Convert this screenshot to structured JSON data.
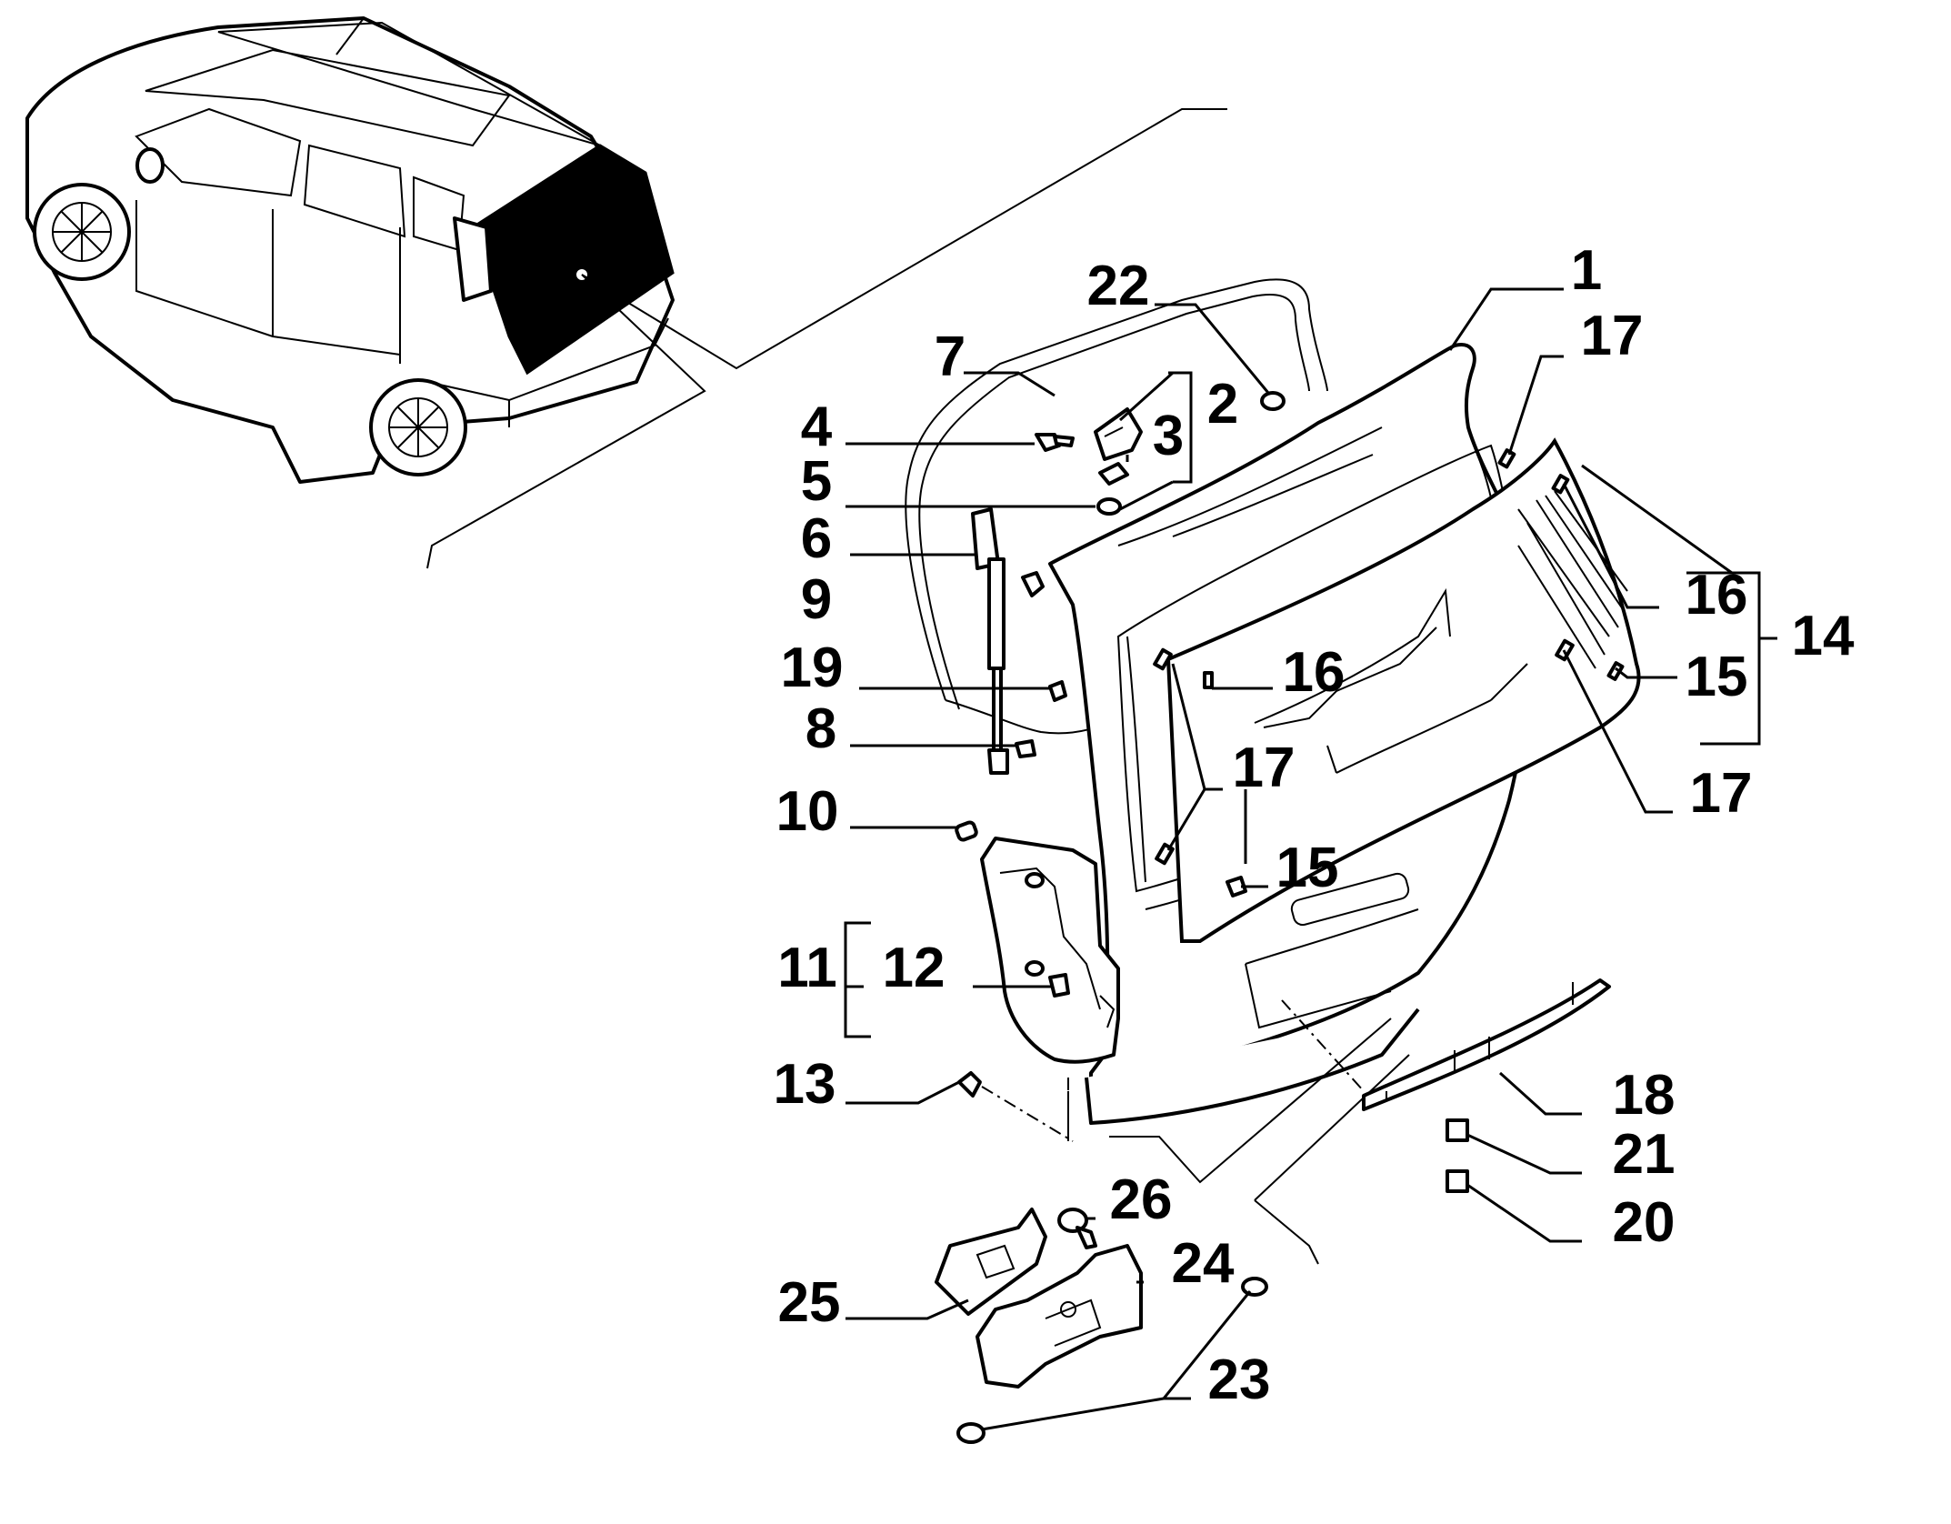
{
  "diagram": {
    "type": "exploded parts diagram",
    "subject": "tailgate / rear hatch assembly",
    "callouts": [
      {
        "id": "c1",
        "label": "1"
      },
      {
        "id": "c2",
        "label": "2"
      },
      {
        "id": "c3",
        "label": "3"
      },
      {
        "id": "c4",
        "label": "4"
      },
      {
        "id": "c5",
        "label": "5"
      },
      {
        "id": "c6",
        "label": "6"
      },
      {
        "id": "c7",
        "label": "7"
      },
      {
        "id": "c8",
        "label": "8"
      },
      {
        "id": "c9",
        "label": "9"
      },
      {
        "id": "c10",
        "label": "10"
      },
      {
        "id": "c11",
        "label": "11"
      },
      {
        "id": "c12",
        "label": "12"
      },
      {
        "id": "c13",
        "label": "13"
      },
      {
        "id": "c14",
        "label": "14"
      },
      {
        "id": "c15a",
        "label": "15"
      },
      {
        "id": "c15b",
        "label": "15"
      },
      {
        "id": "c16a",
        "label": "16"
      },
      {
        "id": "c16b",
        "label": "16"
      },
      {
        "id": "c17a",
        "label": "17"
      },
      {
        "id": "c17b",
        "label": "17"
      },
      {
        "id": "c17c",
        "label": "17"
      },
      {
        "id": "c18",
        "label": "18"
      },
      {
        "id": "c19",
        "label": "19"
      },
      {
        "id": "c20",
        "label": "20"
      },
      {
        "id": "c21",
        "label": "21"
      },
      {
        "id": "c22",
        "label": "22"
      },
      {
        "id": "c23",
        "label": "23"
      },
      {
        "id": "c24",
        "label": "24"
      },
      {
        "id": "c25",
        "label": "25"
      },
      {
        "id": "c26",
        "label": "26"
      }
    ]
  }
}
